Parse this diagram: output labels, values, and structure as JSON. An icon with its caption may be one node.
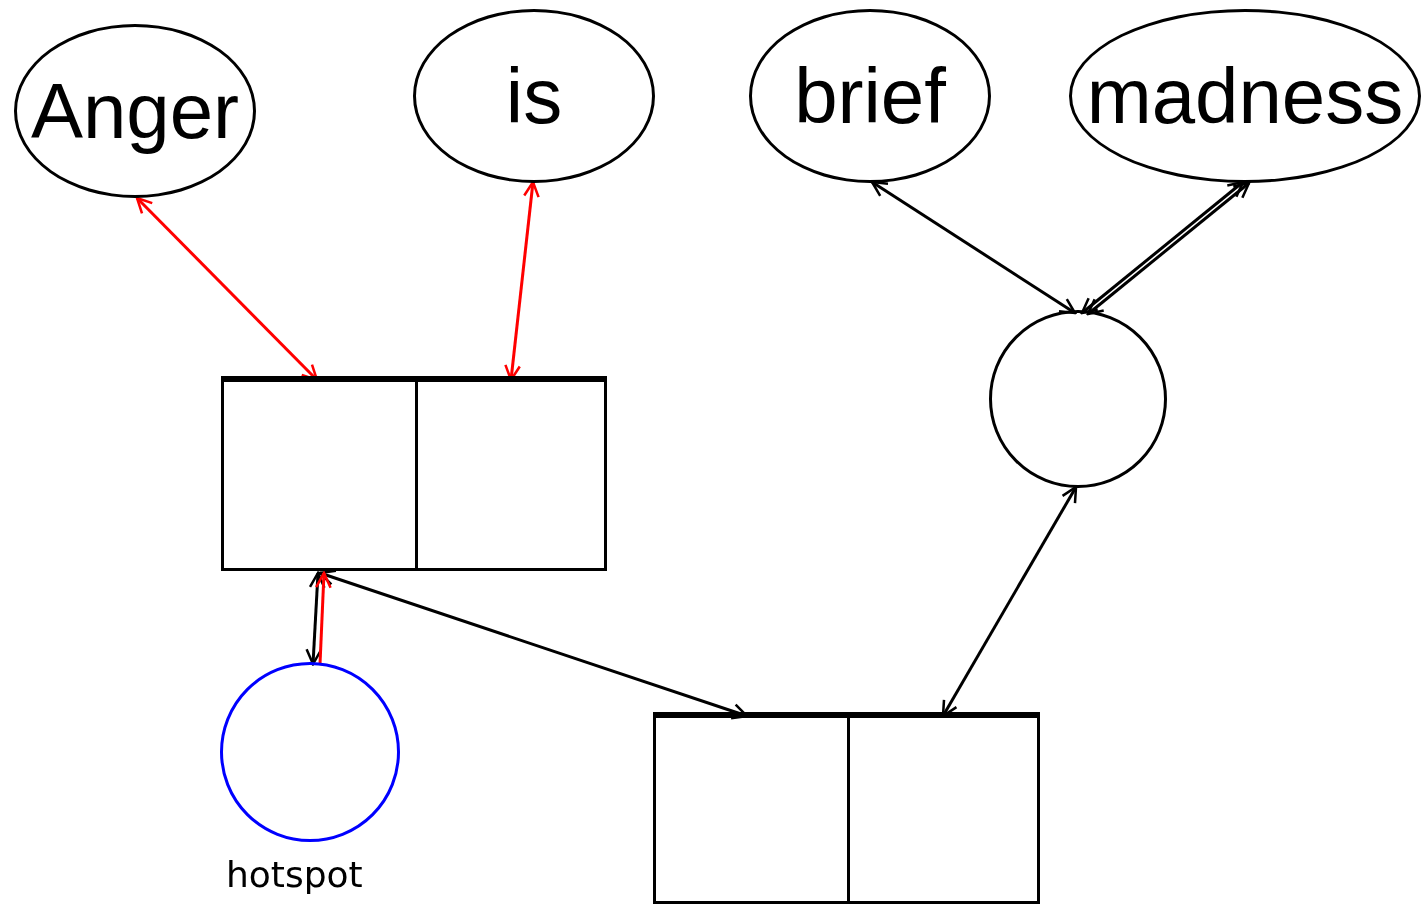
{
  "diagram": {
    "nodes": [
      {
        "text": [
          "Anger"
        ]
      },
      {
        "text": [
          "is"
        ]
      },
      {
        "text": [
          "brief"
        ]
      },
      {
        "text": [
          "madness"
        ]
      },
      {
        "text": [],
        "shape": "box"
      },
      {
        "text": [],
        "shape": "box",
        "in": 4
      },
      {
        "text": [],
        "shape": "box",
        "in": 4
      },
      {
        "text": [],
        "shape": "box"
      },
      {
        "text": [],
        "shape": "box",
        "in": 7
      },
      {
        "text": [],
        "shape": "box",
        "in": 7
      },
      {
        "text": [],
        "shape": "circle"
      },
      {
        "text": [],
        "shape": "circle",
        "beside": [
          "hotspot"
        ]
      }
    ],
    "edges": [
      {
        "from": 0,
        "to": 5,
        "arrow": "both",
        "color": "#ff0000"
      },
      {
        "from": 1,
        "to": 6,
        "arrow": "both",
        "color": "#ff0000"
      },
      {
        "from": 2,
        "to": 10,
        "arrow": "both"
      },
      {
        "from": 3,
        "to": 10,
        "arrow": "both"
      },
      {
        "from": 3,
        "to": 10,
        "arrow": "both"
      },
      {
        "from": 10,
        "to": 9,
        "arrow": "both"
      },
      {
        "from": 5,
        "to": 8,
        "arrow": "both"
      },
      {
        "from": 11,
        "to": 5,
        "arrow": "both"
      },
      {
        "from": 11,
        "to": 5,
        "arrow": "to",
        "color": "#ff0000"
      }
    ]
  }
}
